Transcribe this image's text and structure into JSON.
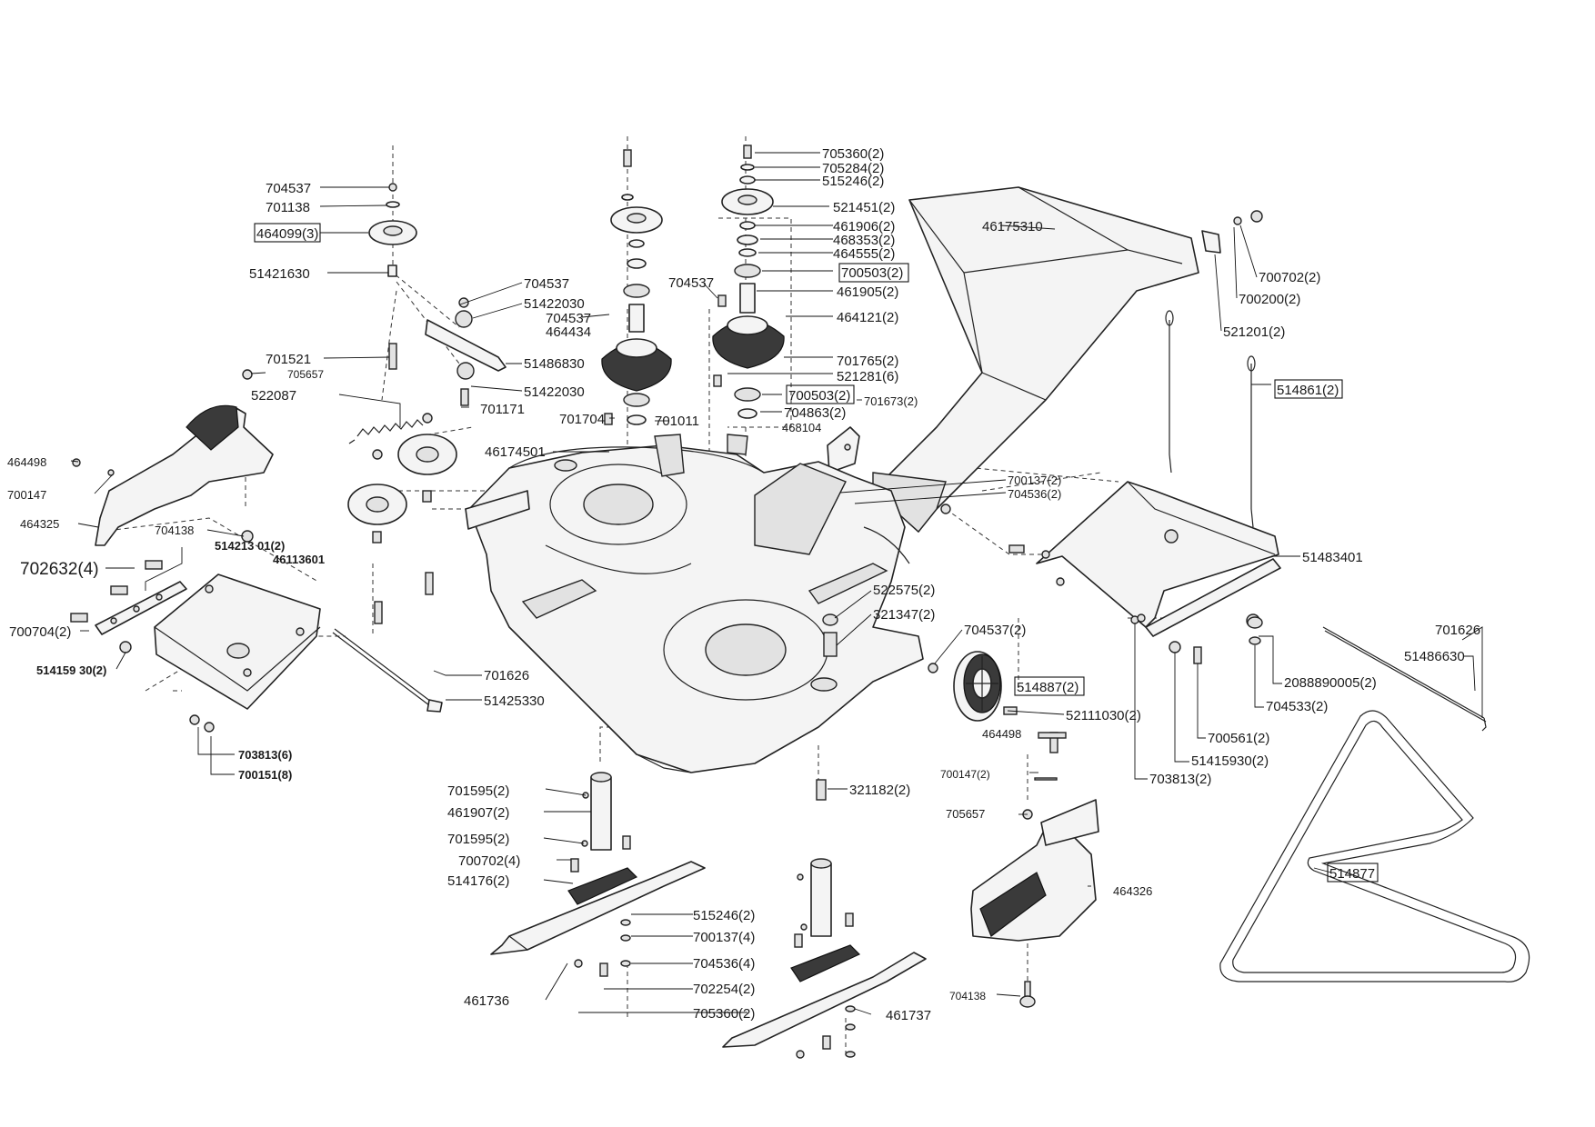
{
  "labels": [
    {
      "id": "l1",
      "text": "704537",
      "bold": false
    },
    {
      "id": "l2",
      "text": "701138",
      "bold": false
    },
    {
      "id": "l3",
      "text": "464099(3)",
      "bold": false,
      "boxed": true
    },
    {
      "id": "l4",
      "text": "51421630",
      "bold": false
    },
    {
      "id": "l5",
      "text": "704537",
      "bold": false
    },
    {
      "id": "l6",
      "text": "51422030",
      "bold": false
    },
    {
      "id": "l7",
      "text": "704537",
      "bold": false
    },
    {
      "id": "l8",
      "text": "464434",
      "bold": false
    },
    {
      "id": "l9",
      "text": "51486830",
      "bold": false
    },
    {
      "id": "l10",
      "text": "51422030",
      "bold": false
    },
    {
      "id": "l11",
      "text": "701521",
      "bold": false
    },
    {
      "id": "l12",
      "text": "705657",
      "bold": false
    },
    {
      "id": "l13",
      "text": "522087",
      "bold": false
    },
    {
      "id": "l14",
      "text": "701171",
      "bold": false
    },
    {
      "id": "l15",
      "text": "701704",
      "bold": false
    },
    {
      "id": "l16",
      "text": "701011",
      "bold": false
    },
    {
      "id": "l17",
      "text": "46174501",
      "bold": false
    },
    {
      "id": "l18",
      "text": "704537",
      "bold": false
    },
    {
      "id": "l19",
      "text": "705360(2)",
      "bold": false
    },
    {
      "id": "l20",
      "text": "705284(2)",
      "bold": false
    },
    {
      "id": "l21",
      "text": "515246(2)",
      "bold": false
    },
    {
      "id": "l22",
      "text": "521451(2)",
      "bold": false
    },
    {
      "id": "l23",
      "text": "461906(2)",
      "bold": false
    },
    {
      "id": "l24",
      "text": "468353(2)",
      "bold": false
    },
    {
      "id": "l25",
      "text": "464555(2)",
      "bold": false
    },
    {
      "id": "l26",
      "text": "700503(2)",
      "bold": false,
      "boxed": true
    },
    {
      "id": "l27",
      "text": "461905(2)",
      "bold": false
    },
    {
      "id": "l28",
      "text": "464121(2)",
      "bold": false
    },
    {
      "id": "l29",
      "text": "701765(2)",
      "bold": false
    },
    {
      "id": "l30",
      "text": "521281(6)",
      "bold": false
    },
    {
      "id": "l31",
      "text": "700503(2)",
      "bold": false,
      "boxed": true
    },
    {
      "id": "l32",
      "text": "701673(2)",
      "bold": false
    },
    {
      "id": "l33",
      "text": "704863(2)",
      "bold": false
    },
    {
      "id": "l34",
      "text": "468104",
      "bold": false
    },
    {
      "id": "l35",
      "text": "46175310",
      "bold": false
    },
    {
      "id": "l36",
      "text": "700702(2)",
      "bold": false
    },
    {
      "id": "l37",
      "text": "700200(2)",
      "bold": false
    },
    {
      "id": "l38",
      "text": "521201(2)",
      "bold": false
    },
    {
      "id": "l39",
      "text": "514861(2)",
      "bold": false,
      "boxed": true
    },
    {
      "id": "l40",
      "text": "700137(2)",
      "bold": false
    },
    {
      "id": "l41",
      "text": "704536(2)",
      "bold": false
    },
    {
      "id": "l42",
      "text": "51483401",
      "bold": false
    },
    {
      "id": "l43",
      "text": "464498",
      "bold": false
    },
    {
      "id": "l44",
      "text": "700147",
      "bold": false
    },
    {
      "id": "l45",
      "text": "464325",
      "bold": false
    },
    {
      "id": "l46",
      "text": "704138",
      "bold": false
    },
    {
      "id": "l47",
      "text": "514213 01(2)",
      "bold": true
    },
    {
      "id": "l48",
      "text": "46113601",
      "bold": true
    },
    {
      "id": "l49",
      "text": "702632(4)",
      "bold": false,
      "big": true
    },
    {
      "id": "l50",
      "text": "700704(2)",
      "bold": false
    },
    {
      "id": "l51",
      "text": "514159 30(2)",
      "bold": true
    },
    {
      "id": "l52",
      "text": "701626",
      "bold": false
    },
    {
      "id": "l53",
      "text": "51425330",
      "bold": false
    },
    {
      "id": "l54",
      "text": "703813(6)",
      "bold": true
    },
    {
      "id": "l55",
      "text": "700151(8)",
      "bold": true
    },
    {
      "id": "l56",
      "text": "522575(2)",
      "bold": false
    },
    {
      "id": "l57",
      "text": "321347(2)",
      "bold": false
    },
    {
      "id": "l58",
      "text": "704537(2)",
      "bold": false
    },
    {
      "id": "l59",
      "text": "514887(2)",
      "bold": false,
      "boxed": true
    },
    {
      "id": "l60",
      "text": "52111030(2)",
      "bold": false
    },
    {
      "id": "l61",
      "text": "464498",
      "bold": false
    },
    {
      "id": "l62",
      "text": "700147(2)",
      "bold": false
    },
    {
      "id": "l63",
      "text": "705657",
      "bold": false
    },
    {
      "id": "l64",
      "text": "464326",
      "bold": false
    },
    {
      "id": "l65",
      "text": "704138",
      "bold": false
    },
    {
      "id": "l66",
      "text": "321182(2)",
      "bold": false
    },
    {
      "id": "l67",
      "text": "701595(2)",
      "bold": false
    },
    {
      "id": "l68",
      "text": "461907(2)",
      "bold": false
    },
    {
      "id": "l69",
      "text": "701595(2)",
      "bold": false
    },
    {
      "id": "l70",
      "text": "700702(4)",
      "bold": false
    },
    {
      "id": "l71",
      "text": "514176(2)",
      "bold": false
    },
    {
      "id": "l72",
      "text": "515246(2)",
      "bold": false
    },
    {
      "id": "l73",
      "text": "700137(4)",
      "bold": false
    },
    {
      "id": "l74",
      "text": "704536(4)",
      "bold": false
    },
    {
      "id": "l75",
      "text": "702254(2)",
      "bold": false
    },
    {
      "id": "l76",
      "text": "705360(2)",
      "bold": false
    },
    {
      "id": "l77",
      "text": "461736",
      "bold": false
    },
    {
      "id": "l78",
      "text": "461737",
      "bold": false
    },
    {
      "id": "l79",
      "text": "701626",
      "bold": false
    },
    {
      "id": "l80",
      "text": "51486630",
      "bold": false
    },
    {
      "id": "l81",
      "text": "2088890005(2)",
      "bold": false
    },
    {
      "id": "l82",
      "text": "704533(2)",
      "bold": false
    },
    {
      "id": "l83",
      "text": "700561(2)",
      "bold": false
    },
    {
      "id": "l84",
      "text": "51415930(2)",
      "bold": false
    },
    {
      "id": "l85",
      "text": "703813(2)",
      "bold": false
    },
    {
      "id": "l86",
      "text": "514877",
      "bold": false,
      "boxed": true
    }
  ]
}
